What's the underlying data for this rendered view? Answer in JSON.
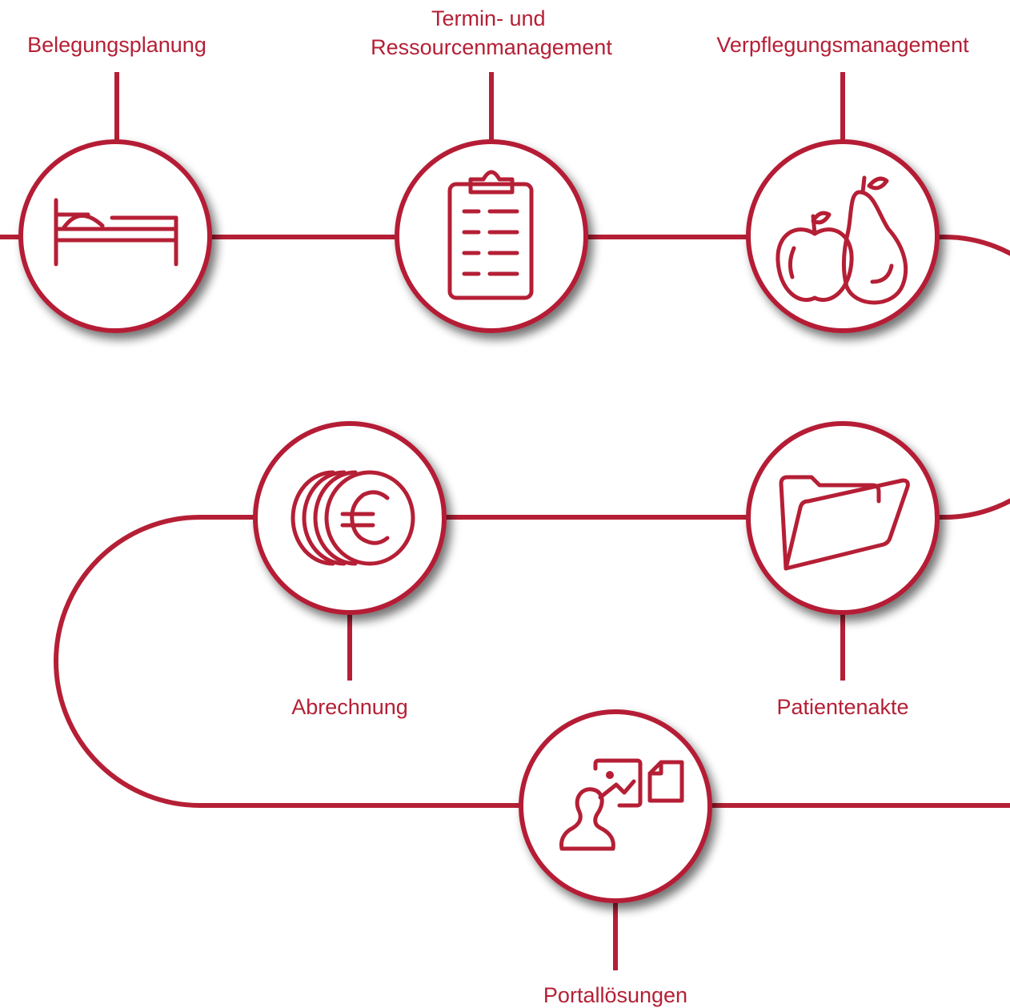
{
  "theme": {
    "accent": "#b51f35",
    "background": "#ffffff"
  },
  "nodes": [
    {
      "id": "belegung",
      "label_lines": [
        "Belegungsplanung"
      ],
      "icon": "bed-icon"
    },
    {
      "id": "termin",
      "label_lines": [
        "Termin- und",
        "Ressourcenmanagement"
      ],
      "icon": "clipboard-icon"
    },
    {
      "id": "verpflegung",
      "label_lines": [
        "Verpflegungsmanagement"
      ],
      "icon": "fruit-icon"
    },
    {
      "id": "patientenakte",
      "label_lines": [
        "Patientenakte"
      ],
      "icon": "folder-icon"
    },
    {
      "id": "abrechnung",
      "label_lines": [
        "Abrechnung"
      ],
      "icon": "euro-coins-icon"
    },
    {
      "id": "portal",
      "label_lines": [
        "Portallösungen"
      ],
      "icon": "portal-user-icon"
    }
  ]
}
